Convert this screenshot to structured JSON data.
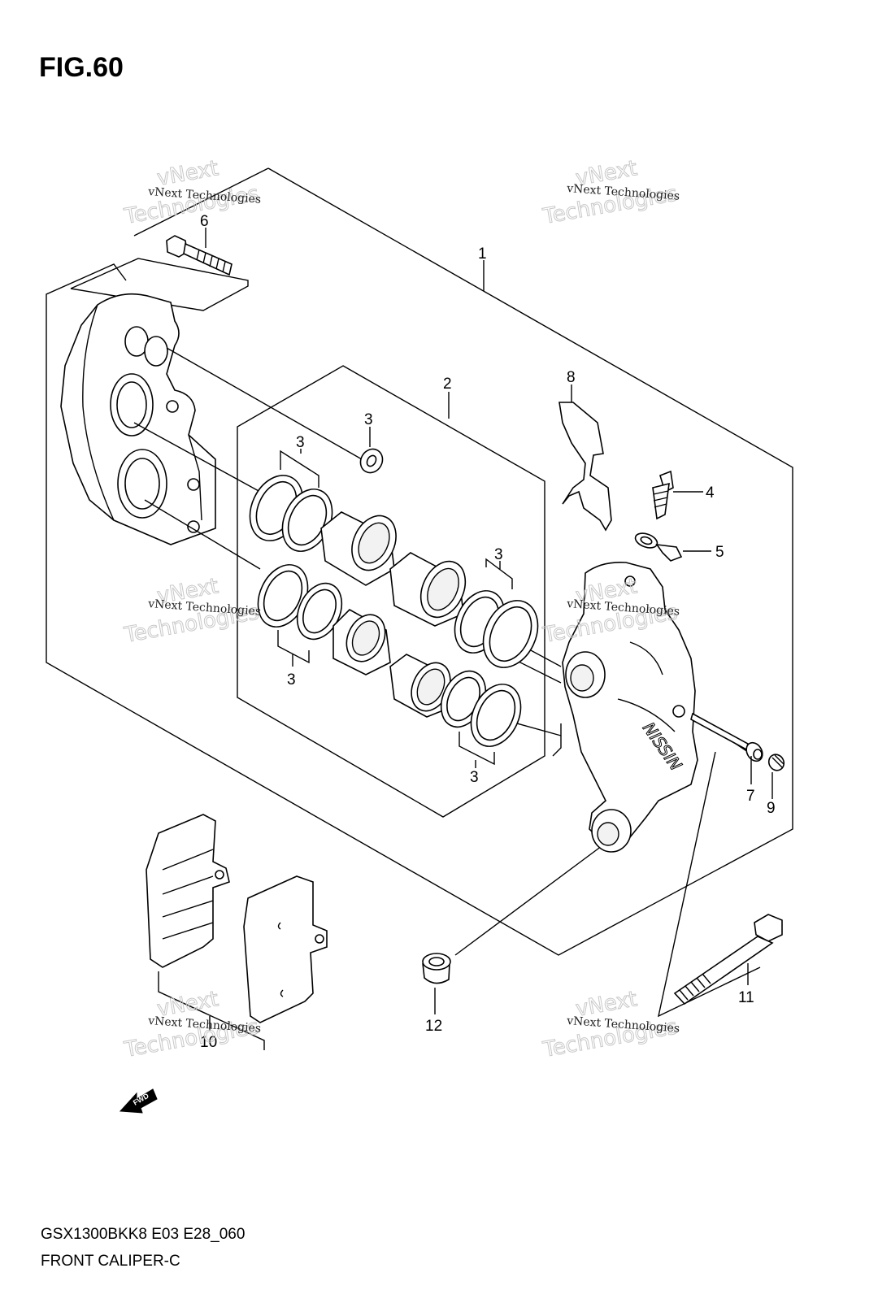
{
  "figure": {
    "title": "FIG.60",
    "model_code": "GSX1300BKK8 E03 E28_060",
    "name": "FRONT CALIPER-C"
  },
  "callouts": [
    "1",
    "2",
    "3",
    "3",
    "3",
    "3",
    "3",
    "4",
    "5",
    "6",
    "7",
    "8",
    "9",
    "10",
    "11",
    "12"
  ],
  "watermark": {
    "small_text": "vNext Technologies",
    "big_line1": "vNext",
    "big_line2": "Technologies"
  },
  "fwd_arrow": {
    "label": "FWD"
  },
  "caliper_mark": "NISSIN"
}
